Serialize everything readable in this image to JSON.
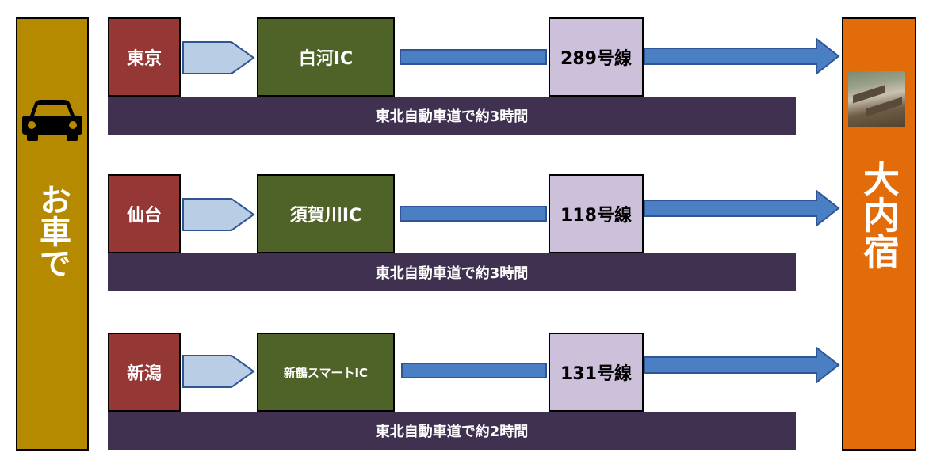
{
  "left_panel": {
    "label": "お車で",
    "icon": "car-icon"
  },
  "right_panel": {
    "label": "大内宿",
    "icon": "village-photo"
  },
  "routes": [
    {
      "origin": "東京",
      "ic": "白河IC",
      "route": "289号線",
      "band": "東北自動車道で約3時間"
    },
    {
      "origin": "仙台",
      "ic": "須賀川IC",
      "route": "118号線",
      "band": "東北自動車道で約3時間"
    },
    {
      "origin": "新潟",
      "ic": "新鶴スマートIC",
      "route": "131号線",
      "band": "東北自動車道で約2時間"
    }
  ],
  "colors": {
    "car_bar": "#b58a00",
    "destination_bar": "#e36c0a",
    "origin_box": "#953735",
    "ic_box": "#4f6228",
    "route_box": "#ccc0da",
    "band": "#403151",
    "arrow": "#4a7fc4",
    "chevron": "#b9cde5"
  }
}
